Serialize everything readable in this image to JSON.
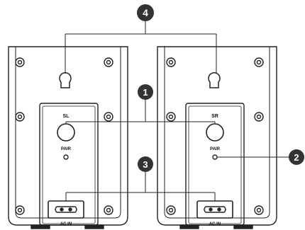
{
  "callouts": [
    {
      "id": "1",
      "label": "1"
    },
    {
      "id": "2",
      "label": "2"
    },
    {
      "id": "3",
      "label": "3"
    },
    {
      "id": "4",
      "label": "4"
    }
  ],
  "speakers": [
    {
      "channel_label": "SL",
      "pair_label": "PAIR",
      "power_label": "AC IN"
    },
    {
      "channel_label": "SR",
      "pair_label": "PAIR",
      "power_label": "AC IN"
    }
  ],
  "colors": {
    "line": "#222222",
    "badge": "#333333",
    "background": "#ffffff"
  }
}
